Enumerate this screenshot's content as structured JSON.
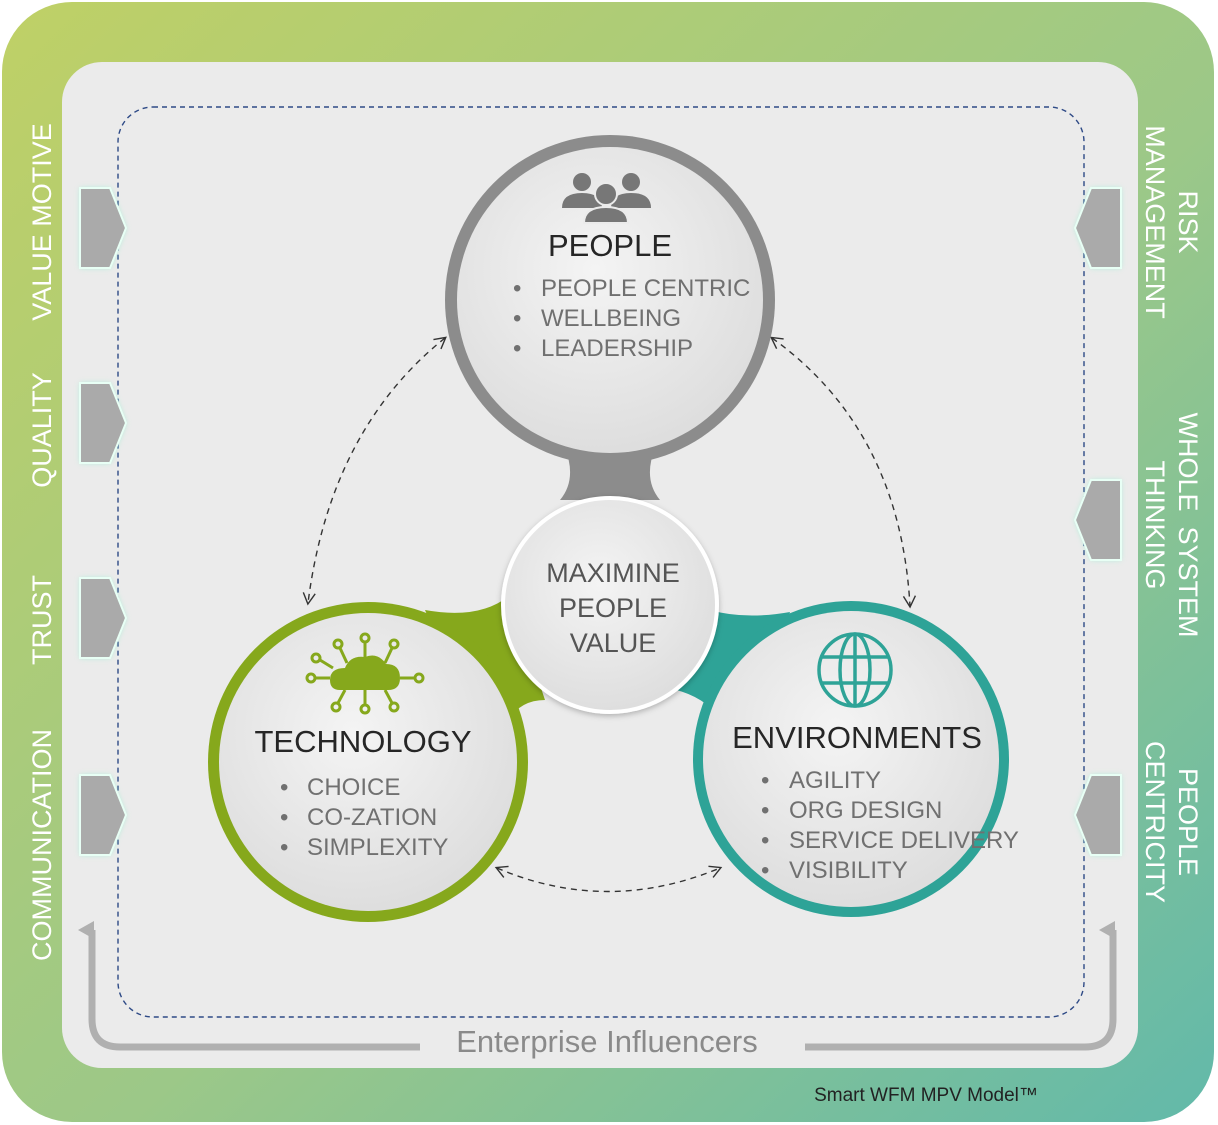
{
  "colors": {
    "frame_left": "#b5cc6a",
    "frame_right": "#6fbfad",
    "panel": "#ebebeb",
    "dashed": "#2e4a86",
    "people_ring": "#8c8c8c",
    "technology": "#86a81c",
    "environments": "#2ea397",
    "label_white": "#ffffff",
    "text_dark": "#262626",
    "text_grey": "#707070"
  },
  "left_influencers": [
    {
      "label": "VALUE MOTIVE"
    },
    {
      "label": "QUALITY"
    },
    {
      "label": "TRUST"
    },
    {
      "label": "COMMUNICATION"
    }
  ],
  "right_influencers": [
    {
      "lines": [
        "RISK",
        "MANAGEMENT"
      ]
    },
    {
      "lines": [
        "WHOLE  SYSTEM",
        "THINKING"
      ]
    },
    {
      "lines": [
        "PEOPLE",
        "CENTRICITY"
      ]
    }
  ],
  "people": {
    "icon": "people-group-icon",
    "title": "PEOPLE",
    "bullets": [
      "PEOPLE CENTRIC",
      "WELLBEING",
      "LEADERSHIP"
    ]
  },
  "technology": {
    "icon": "cloud-network-icon",
    "title": "TECHNOLOGY",
    "bullets": [
      "CHOICE",
      "CO-ZATION",
      "SIMPLEXITY"
    ]
  },
  "environments": {
    "icon": "globe-icon",
    "title": "ENVIRONMENTS",
    "bullets": [
      "AGILITY",
      "ORG DESIGN",
      "SERVICE DELIVERY",
      "VISIBILITY"
    ]
  },
  "center": {
    "lines": [
      "MAXIMINE",
      "PEOPLE",
      "VALUE"
    ]
  },
  "bottom_label": "Enterprise Influencers",
  "footer": "Smart WFM MPV Model™"
}
